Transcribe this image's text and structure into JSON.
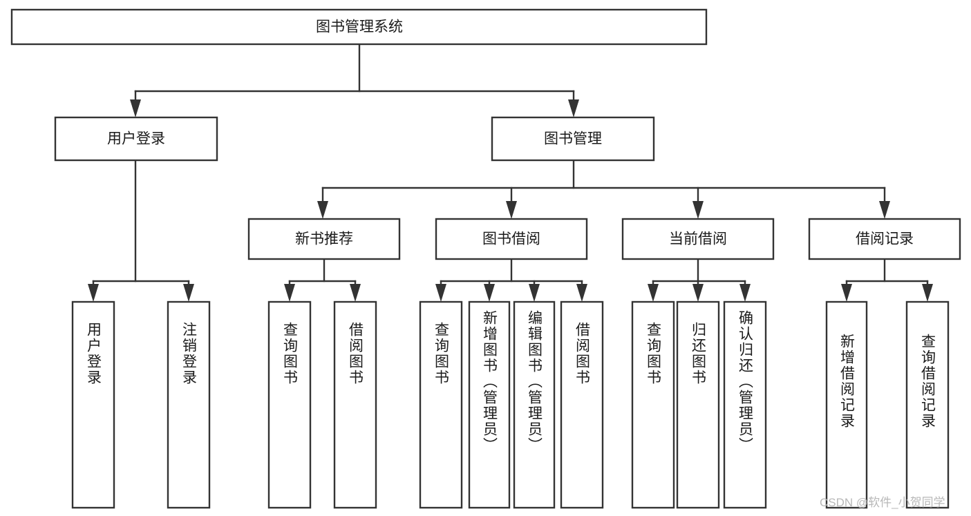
{
  "diagram": {
    "title": "图书管理系统",
    "type": "hierarchy-tree",
    "watermark": "CSDN @软件_小贺同学",
    "colors": {
      "box_fill": "#ffffff",
      "box_stroke": "#333333",
      "text": "#1a1a1a",
      "watermark": "#b8b8b8",
      "background": "#ffffff"
    },
    "root": {
      "label": "图书管理系统",
      "orientation": "horizontal"
    },
    "level2": [
      {
        "id": "user-login",
        "label": "用户登录",
        "orientation": "horizontal"
      },
      {
        "id": "book-manage",
        "label": "图书管理",
        "orientation": "horizontal"
      }
    ],
    "level3": [
      {
        "id": "new-book-recommend",
        "label": "新书推荐",
        "orientation": "horizontal",
        "parent": "book-manage"
      },
      {
        "id": "book-borrow",
        "label": "图书借阅",
        "orientation": "horizontal",
        "parent": "book-manage"
      },
      {
        "id": "current-borrow",
        "label": "当前借阅",
        "orientation": "horizontal",
        "parent": "book-manage"
      },
      {
        "id": "borrow-record",
        "label": "借阅记录",
        "orientation": "horizontal",
        "parent": "book-manage"
      }
    ],
    "leaves": [
      {
        "id": "leaf-user-login",
        "label": "用户登录",
        "orientation": "vertical",
        "parent": "user-login"
      },
      {
        "id": "leaf-logout-login",
        "label": "注销登录",
        "orientation": "vertical",
        "parent": "user-login"
      },
      {
        "id": "leaf-query-book-1",
        "label": "查询图书",
        "orientation": "vertical",
        "parent": "new-book-recommend"
      },
      {
        "id": "leaf-borrow-book-1",
        "label": "借阅图书",
        "orientation": "vertical",
        "parent": "new-book-recommend"
      },
      {
        "id": "leaf-query-book-2",
        "label": "查询图书",
        "orientation": "vertical",
        "parent": "book-borrow"
      },
      {
        "id": "leaf-add-book",
        "label": "新增图书（管理员）",
        "orientation": "vertical",
        "parent": "book-borrow"
      },
      {
        "id": "leaf-edit-book",
        "label": "编辑图书（管理员）",
        "orientation": "vertical",
        "parent": "book-borrow"
      },
      {
        "id": "leaf-borrow-book-2",
        "label": "借阅图书",
        "orientation": "vertical",
        "parent": "book-borrow"
      },
      {
        "id": "leaf-query-book-3",
        "label": "查询图书",
        "orientation": "vertical",
        "parent": "current-borrow"
      },
      {
        "id": "leaf-return-book",
        "label": "归还图书",
        "orientation": "vertical",
        "parent": "current-borrow"
      },
      {
        "id": "leaf-confirm-return",
        "label": "确认归还（管理员）",
        "orientation": "vertical",
        "parent": "current-borrow"
      },
      {
        "id": "leaf-add-record",
        "label": "新增借阅记录",
        "orientation": "vertical",
        "parent": "borrow-record"
      },
      {
        "id": "leaf-query-record",
        "label": "查询借阅记录",
        "orientation": "vertical",
        "parent": "borrow-record"
      }
    ]
  }
}
